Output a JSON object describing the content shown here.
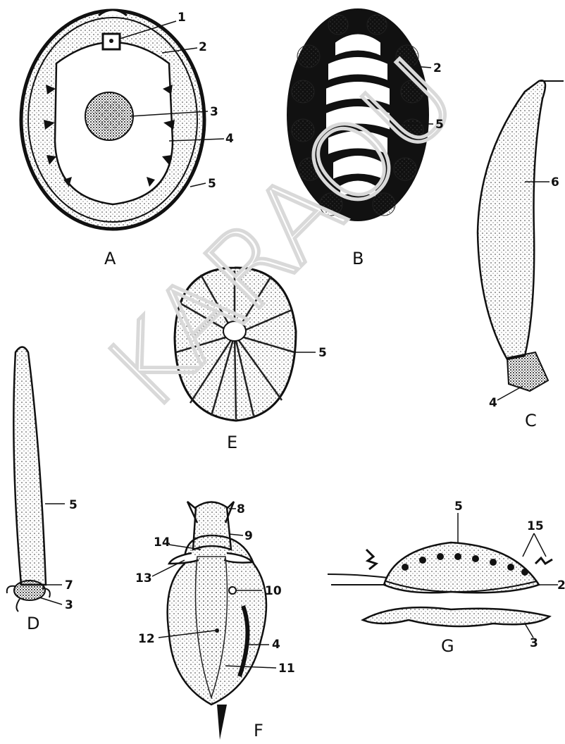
{
  "figure": {
    "panels": [
      {
        "id": "A",
        "label": "A",
        "callouts": [
          "1",
          "2",
          "3",
          "4",
          "5"
        ]
      },
      {
        "id": "B",
        "label": "B",
        "callouts": [
          "2",
          "5"
        ]
      },
      {
        "id": "C",
        "label": "C",
        "callouts": [
          "6",
          "4"
        ]
      },
      {
        "id": "D",
        "label": "D",
        "callouts": [
          "5",
          "7",
          "3"
        ]
      },
      {
        "id": "E",
        "label": "E",
        "callouts": [
          "5"
        ]
      },
      {
        "id": "F",
        "label": "F",
        "callouts": [
          "8",
          "9",
          "14",
          "13",
          "10",
          "12",
          "4",
          "11"
        ]
      },
      {
        "id": "G",
        "label": "G",
        "callouts": [
          "5",
          "15",
          "2",
          "3"
        ]
      }
    ],
    "watermark": "KARAOU",
    "colors": {
      "ink": "#111111",
      "paper": "#ffffff",
      "watermark": "#d9d9d9"
    }
  }
}
